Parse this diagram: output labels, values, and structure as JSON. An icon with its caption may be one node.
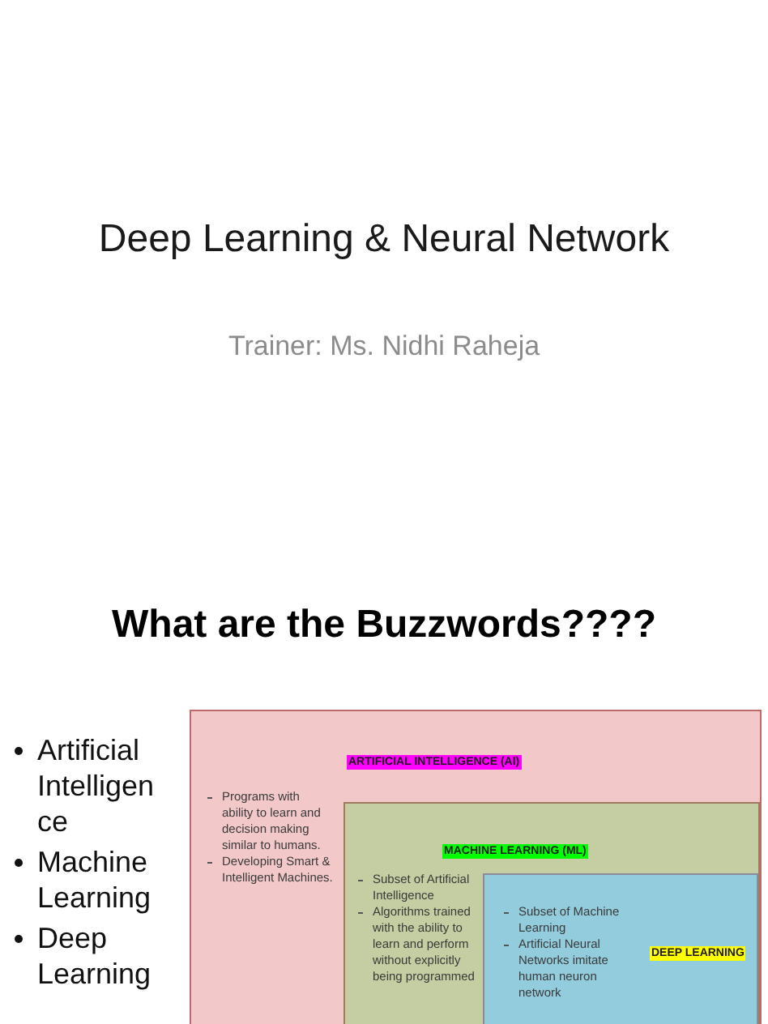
{
  "diagram": {
    "title": "Deep Learning & Neural Network",
    "nodes": [
      {
        "text": [
          "ARTIFICIAL INTELLIGENCE (AI)",
          "Programs with ability to learn and decision making similar to humans.",
          "Developing Smart & Intelligent Machines."
        ]
      },
      {
        "text": [
          "MACHINE LEARNING (ML)",
          "Subset of Artificial Intelligence",
          "Algorithms trained with the ability to learn and perform without explicitly being programmed"
        ],
        "in": 0
      },
      {
        "text": [
          "DEEP LEARNING",
          "Subset of Machine Learning",
          "Artificial Neural Networks imitate human neuron network"
        ],
        "in": 1
      }
    ],
    "labels": [
      "Trainer: Ms. Nidhi Raheja",
      "What are the Buzzwords????",
      "Artificial Intelligence",
      "Machine Learning",
      "Deep Learning"
    ]
  }
}
